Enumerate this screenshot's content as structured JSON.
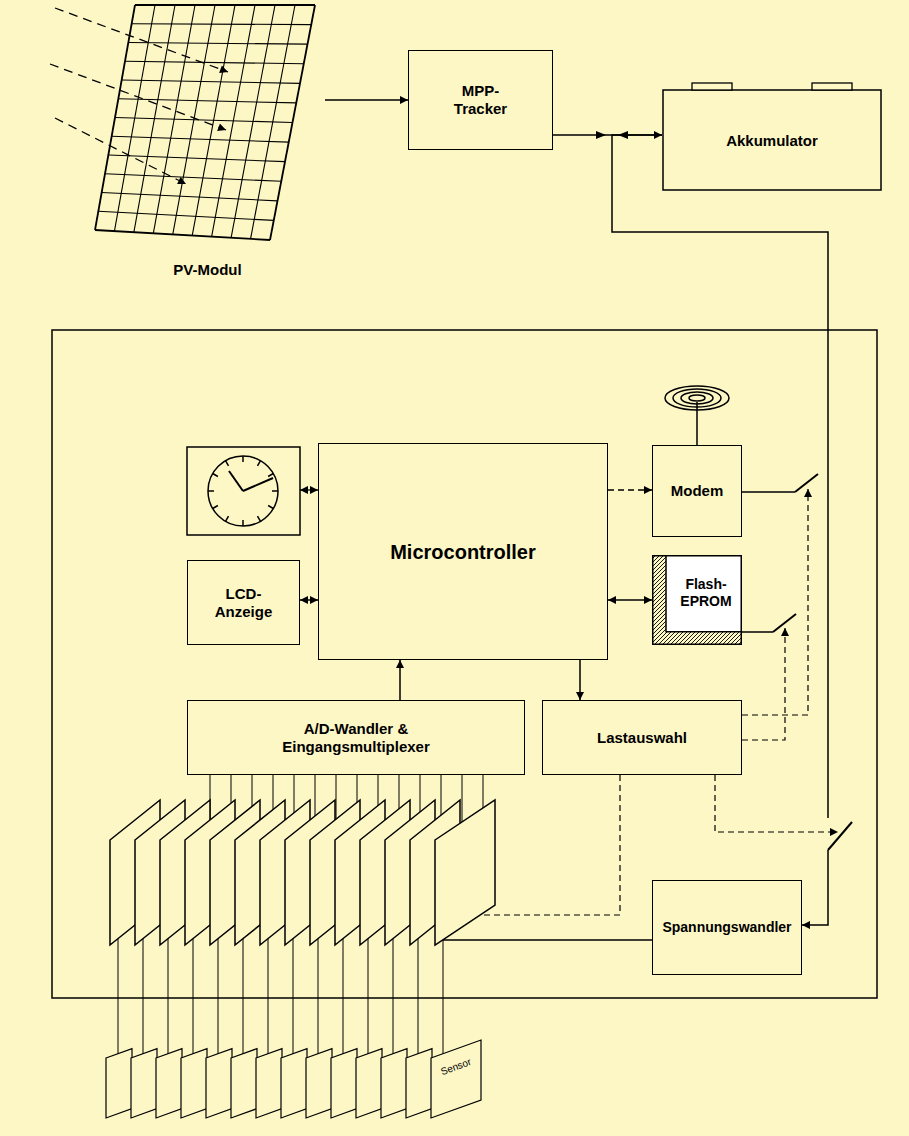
{
  "diagram": {
    "nodes": [
      {
        "text": [
          "PV-Modul"
        ]
      },
      {
        "text": [
          "MPP-Tracker"
        ]
      },
      {
        "text": [
          "Akkumulator"
        ]
      },
      {
        "text": [
          "Microcontroller"
        ]
      },
      {
        "text": [
          "LCD-Anzeige"
        ]
      },
      {
        "text": [
          "Modem"
        ]
      },
      {
        "text": [
          "Flash-EPROM"
        ]
      },
      {
        "text": [
          "A/D-Wandler & Eingangsmultiplexer"
        ]
      },
      {
        "text": [
          "Lastauswahl"
        ]
      },
      {
        "text": [
          "Spannungswandler"
        ]
      }
    ],
    "edges": [
      {
        "from": 0,
        "to": 1,
        "arrow": "to"
      },
      {
        "from": 1,
        "to": 2,
        "arrow": "to"
      },
      {
        "from": 2,
        "to": 9,
        "arrow": "to"
      },
      {
        "from": 4,
        "to": 3,
        "arrow": "both"
      },
      {
        "from": 3,
        "to": 5,
        "arrow": "to"
      },
      {
        "from": 6,
        "to": 3,
        "arrow": "both"
      },
      {
        "from": 7,
        "to": 3,
        "arrow": "to"
      },
      {
        "from": 3,
        "to": 8,
        "arrow": "to"
      }
    ],
    "labels": [
      "Sensor"
    ]
  }
}
